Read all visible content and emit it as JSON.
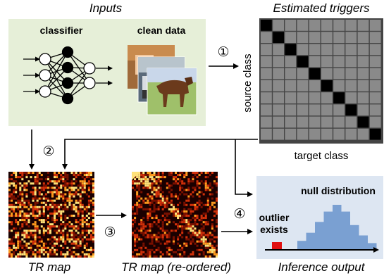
{
  "inputs": {
    "title": "Inputs",
    "classifier_label": "classifier",
    "clean_data_label": "clean data"
  },
  "triggers": {
    "title": "Estimated triggers",
    "y_axis": "source class",
    "x_axis": "target class",
    "grid_size": 10
  },
  "steps": {
    "s1": "①",
    "s2": "②",
    "s3": "③",
    "s4": "④"
  },
  "tr_map": {
    "label": "TR map"
  },
  "tr_map_reordered": {
    "label": "TR map (re-ordered)"
  },
  "inference": {
    "title": "Inference output",
    "null_label": "null distribution",
    "outlier_line1": "outlier",
    "outlier_line2": "exists"
  },
  "colors": {
    "inputs_bg": "#e6efd8",
    "inference_bg": "#dde6f2",
    "histogram": "#7aa0d2",
    "outlier": "#e01010",
    "heatmap_bg": "#1a0000",
    "trigger_cell": "#8a8a8a",
    "trigger_diag": "#000000"
  },
  "icons": [
    "neural-network-icon",
    "photo-stack-icon"
  ]
}
